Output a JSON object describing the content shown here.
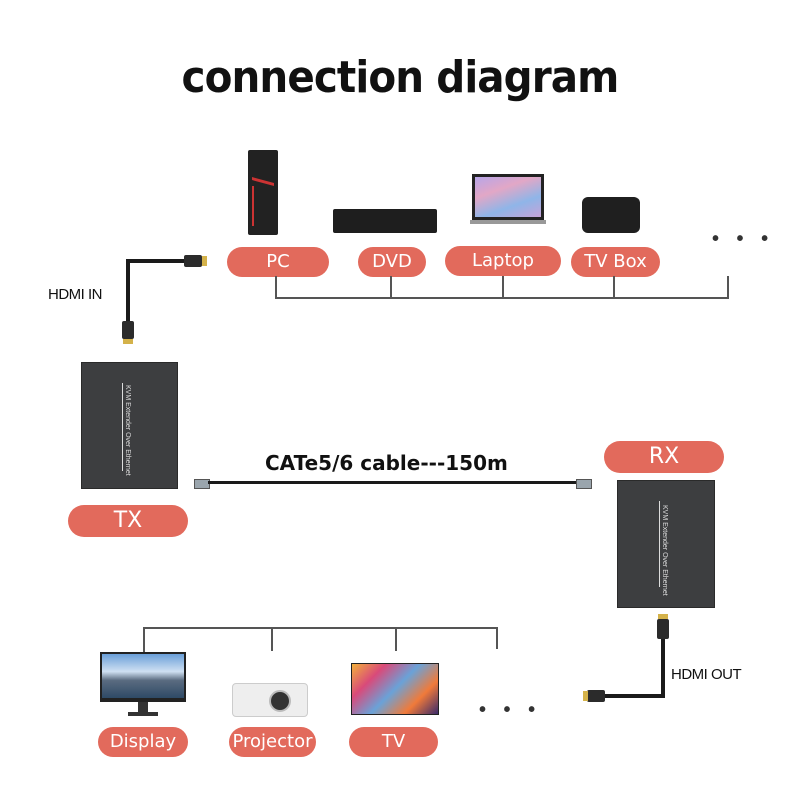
{
  "title": "connection diagram",
  "sources": {
    "devices": [
      {
        "label": "PC",
        "icon": "pc-tower-icon"
      },
      {
        "label": "DVD",
        "icon": "dvd-player-icon"
      },
      {
        "label": "Laptop",
        "icon": "laptop-icon"
      },
      {
        "label": "TV Box",
        "icon": "tv-box-icon"
      }
    ],
    "more": "• • •"
  },
  "hdmi_in_label": "HDMI IN",
  "tx": {
    "label": "TX",
    "device_text": "KVM Extender Over Ethernet"
  },
  "rx": {
    "label": "RX",
    "device_text": "KVM Extender Over Ethernet"
  },
  "cable_label": "CATe5/6 cable---150m",
  "hdmi_out_label": "HDMI OUT",
  "outputs": {
    "devices": [
      {
        "label": "Display",
        "icon": "monitor-icon"
      },
      {
        "label": "Projector",
        "icon": "projector-icon"
      },
      {
        "label": "TV",
        "icon": "tv-icon"
      }
    ],
    "more": "• • •"
  },
  "colors": {
    "pill": "#e26a5c",
    "device_box": "#3d3e40"
  }
}
